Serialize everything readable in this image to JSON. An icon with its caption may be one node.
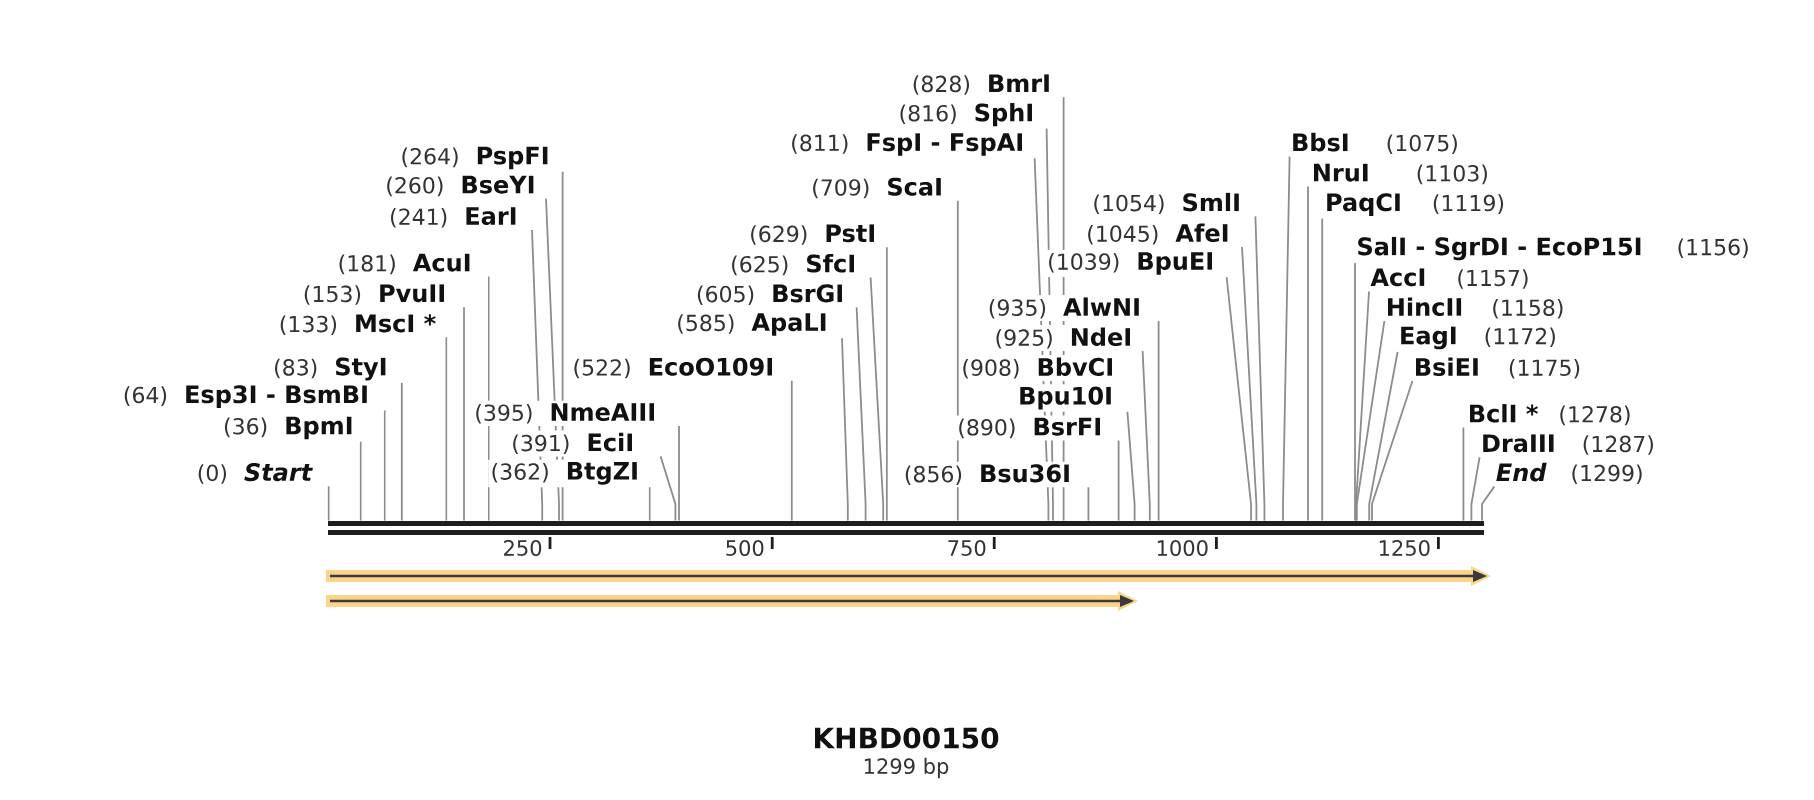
{
  "diagram": {
    "title": "KHBD00150",
    "caption": "1299 bp",
    "nodes": [
      {
        "text": [
          "(0)",
          "Start"
        ]
      },
      {
        "text": [
          "(36)",
          "BpmI"
        ]
      },
      {
        "text": [
          "(64)",
          "Esp3I - BsmBI"
        ]
      },
      {
        "text": [
          "(83)",
          "StyI"
        ]
      },
      {
        "text": [
          "(133)",
          "MscI *"
        ]
      },
      {
        "text": [
          "(153)",
          "PvuII"
        ]
      },
      {
        "text": [
          "(181)",
          "AcuI"
        ]
      },
      {
        "text": [
          "(241)",
          "EarI"
        ]
      },
      {
        "text": [
          "(260)",
          "BseYI"
        ]
      },
      {
        "text": [
          "(264)",
          "PspFI"
        ]
      },
      {
        "text": [
          "(362)",
          "BtgZI"
        ]
      },
      {
        "text": [
          "(391)",
          "EciI"
        ]
      },
      {
        "text": [
          "(395)",
          "NmeAIII"
        ]
      },
      {
        "text": [
          "(522)",
          "EcoO109I"
        ]
      },
      {
        "text": [
          "(585)",
          "ApaLI"
        ]
      },
      {
        "text": [
          "(605)",
          "BsrGI"
        ]
      },
      {
        "text": [
          "(625)",
          "SfcI"
        ]
      },
      {
        "text": [
          "(629)",
          "PstI"
        ]
      },
      {
        "text": [
          "(709)",
          "ScaI"
        ]
      },
      {
        "text": [
          "(811)",
          "FspI - FspAI"
        ]
      },
      {
        "text": [
          "(816)",
          "SphI"
        ]
      },
      {
        "text": [
          "(828)",
          "BmrI"
        ]
      },
      {
        "text": [
          "(856)",
          "Bsu36I"
        ]
      },
      {
        "text": [
          "(890)",
          "BsrFI"
        ]
      },
      {
        "text": [
          "(908)",
          "BbvCI"
        ]
      },
      {
        "text": [
          "Bpu10I"
        ]
      },
      {
        "text": [
          "(925)",
          "NdeI"
        ]
      },
      {
        "text": [
          "(935)",
          "AlwNI"
        ]
      },
      {
        "text": [
          "(1039)",
          "BpuEI"
        ]
      },
      {
        "text": [
          "(1045)",
          "AfeI"
        ]
      },
      {
        "text": [
          "(1054)",
          "SmlI"
        ]
      },
      {
        "text": [
          "BbsI",
          "(1075)"
        ]
      },
      {
        "text": [
          "NruI",
          "(1103)"
        ]
      },
      {
        "text": [
          "PaqCI",
          "(1119)"
        ]
      },
      {
        "text": [
          "SalI - SgrDI - EcoP15I",
          "(1156)"
        ]
      },
      {
        "text": [
          "AccI",
          "(1157)"
        ]
      },
      {
        "text": [
          "HincII",
          "(1158)"
        ]
      },
      {
        "text": [
          "EagI",
          "(1172)"
        ]
      },
      {
        "text": [
          "BsiEI",
          "(1175)"
        ]
      },
      {
        "text": [
          "BclI *",
          "(1278)"
        ]
      },
      {
        "text": [
          "DraIII",
          "(1287)"
        ]
      },
      {
        "text": [
          "End",
          "(1299)"
        ]
      },
      {
        "text": [],
        "shape": "bar"
      }
    ],
    "edges": [
      {
        "from": 0,
        "to": 42,
        "arrow": "none"
      },
      {
        "from": 1,
        "to": 42,
        "arrow": "none"
      },
      {
        "from": 2,
        "to": 42,
        "arrow": "none"
      },
      {
        "from": 3,
        "to": 42,
        "arrow": "none"
      },
      {
        "from": 4,
        "to": 42,
        "arrow": "none"
      },
      {
        "from": 5,
        "to": 42,
        "arrow": "none"
      },
      {
        "from": 6,
        "to": 42,
        "arrow": "none"
      },
      {
        "from": 7,
        "to": 42,
        "arrow": "none"
      },
      {
        "from": 8,
        "to": 42,
        "arrow": "none"
      },
      {
        "from": 9,
        "to": 42,
        "arrow": "none"
      },
      {
        "from": 10,
        "to": 42,
        "arrow": "none"
      },
      {
        "from": 11,
        "to": 42,
        "arrow": "none"
      },
      {
        "from": 12,
        "to": 42,
        "arrow": "none"
      },
      {
        "from": 13,
        "to": 42,
        "arrow": "none"
      },
      {
        "from": 14,
        "to": 42,
        "arrow": "none"
      },
      {
        "from": 15,
        "to": 42,
        "arrow": "none"
      },
      {
        "from": 16,
        "to": 42,
        "arrow": "none"
      },
      {
        "from": 17,
        "to": 42,
        "arrow": "none"
      },
      {
        "from": 18,
        "to": 42,
        "arrow": "none"
      },
      {
        "from": 19,
        "to": 42,
        "arrow": "none"
      },
      {
        "from": 20,
        "to": 42,
        "arrow": "none"
      },
      {
        "from": 21,
        "to": 42,
        "arrow": "none"
      },
      {
        "from": 22,
        "to": 42,
        "arrow": "none"
      },
      {
        "from": 23,
        "to": 42,
        "arrow": "none"
      },
      {
        "from": 25,
        "to": 42,
        "arrow": "none"
      },
      {
        "from": 26,
        "to": 42,
        "arrow": "none"
      },
      {
        "from": 27,
        "to": 42,
        "arrow": "none"
      },
      {
        "from": 28,
        "to": 42,
        "arrow": "none"
      },
      {
        "from": 29,
        "to": 42,
        "arrow": "none"
      },
      {
        "from": 30,
        "to": 42,
        "arrow": "none"
      },
      {
        "from": 31,
        "to": 42,
        "arrow": "none"
      },
      {
        "from": 32,
        "to": 42,
        "arrow": "none"
      },
      {
        "from": 33,
        "to": 42,
        "arrow": "none"
      },
      {
        "from": 34,
        "to": 42,
        "arrow": "none"
      },
      {
        "from": 35,
        "to": 42,
        "arrow": "none"
      },
      {
        "from": 36,
        "to": 42,
        "arrow": "none"
      },
      {
        "from": 37,
        "to": 42,
        "arrow": "none"
      },
      {
        "from": 38,
        "to": 42,
        "arrow": "none"
      },
      {
        "from": 39,
        "to": 42,
        "arrow": "none"
      },
      {
        "from": 40,
        "to": 42,
        "arrow": "none"
      },
      {
        "from": 41,
        "to": 42,
        "arrow": "none"
      }
    ],
    "labels": [
      "250",
      "500",
      "750",
      "1000",
      "1250"
    ]
  }
}
